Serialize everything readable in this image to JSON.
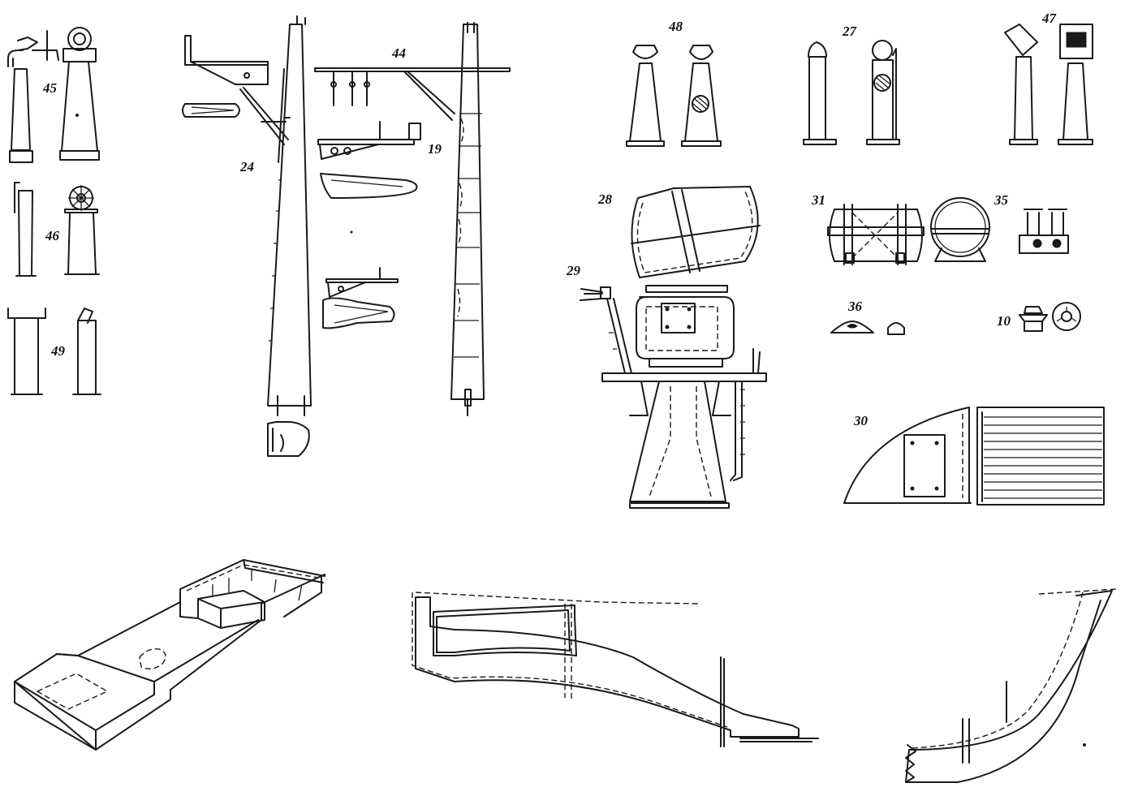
{
  "part_numbers": {
    "p45": "45",
    "p46": "46",
    "p49": "49",
    "p24": "24",
    "p44": "44",
    "p19": "19",
    "p48": "48",
    "p27": "27",
    "p47": "47",
    "p28": "28",
    "p29": "29",
    "p31": "31",
    "p35": "35",
    "p36": "36",
    "p10": "10",
    "p30": "30"
  },
  "ink_color": "#1a1a1a",
  "paper_color": "#ffffff"
}
